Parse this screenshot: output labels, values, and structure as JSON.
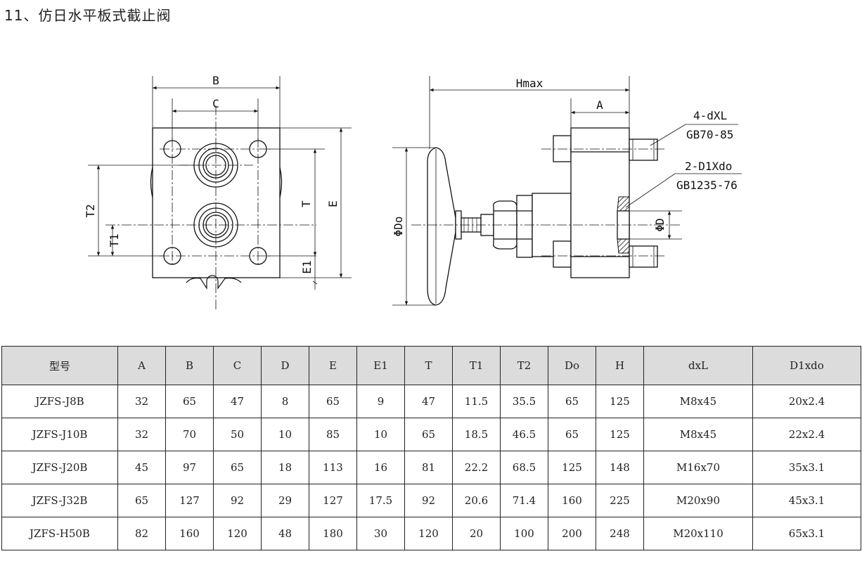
{
  "title": "11、仿日水平板式截止阀",
  "drawing_labels": {
    "B": "B",
    "C": "C",
    "T2": "T2",
    "T1": "T1",
    "T": "T",
    "E": "E",
    "E1": "E1",
    "Hmax": "Hmax",
    "A": "A",
    "phiDo": "ΦDo",
    "phiD": "ΦD",
    "bolt_spec": "4-dXL",
    "bolt_std": "GB70-85",
    "plug_spec": "2-D1Xdo",
    "plug_std": "GB1235-76"
  },
  "table": {
    "headers": [
      "型号",
      "A",
      "B",
      "C",
      "D",
      "E",
      "E1",
      "T",
      "T1",
      "T2",
      "Do",
      "H",
      "dxL",
      "D1xdo"
    ],
    "rows": [
      [
        "JZFS-J8B",
        "32",
        "65",
        "47",
        "8",
        "65",
        "9",
        "47",
        "11.5",
        "35.5",
        "65",
        "125",
        "M8x45",
        "20x2.4"
      ],
      [
        "JZFS-J10B",
        "32",
        "70",
        "50",
        "10",
        "85",
        "10",
        "65",
        "18.5",
        "46.5",
        "65",
        "125",
        "M8x45",
        "22x2.4"
      ],
      [
        "JZFS-J20B",
        "45",
        "97",
        "65",
        "18",
        "113",
        "16",
        "81",
        "22.2",
        "68.5",
        "125",
        "148",
        "M16x70",
        "35x3.1"
      ],
      [
        "JZFS-J32B",
        "65",
        "127",
        "92",
        "29",
        "127",
        "17.5",
        "92",
        "20.6",
        "71.4",
        "160",
        "225",
        "M20x90",
        "45x3.1"
      ],
      [
        "JZFS-H50B",
        "82",
        "160",
        "120",
        "48",
        "180",
        "30",
        "120",
        "20",
        "100",
        "200",
        "248",
        "M20x110",
        "65x3.1"
      ]
    ]
  }
}
